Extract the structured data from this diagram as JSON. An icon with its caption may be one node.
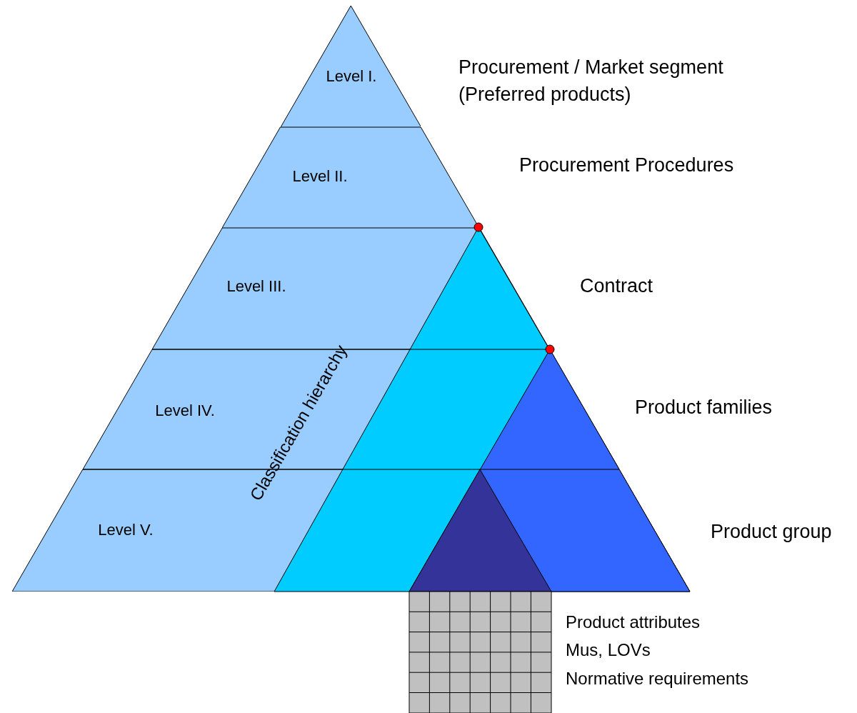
{
  "diagram": {
    "nodes": [
      {
        "text": [
          "Level I."
        ]
      },
      {
        "text": [
          "Level II."
        ]
      },
      {
        "text": [
          "Level III."
        ]
      },
      {
        "text": [
          "Level IV."
        ]
      },
      {
        "text": [
          "Level V."
        ]
      }
    ],
    "labels": [
      "Procurement / Market segment (Preferred products)",
      "Procurement Procedures",
      "Contract",
      "Product families",
      "Product group",
      "Classification hierarchy",
      "Product attributes",
      "Mus, LOVs",
      "Normative requirements"
    ]
  }
}
